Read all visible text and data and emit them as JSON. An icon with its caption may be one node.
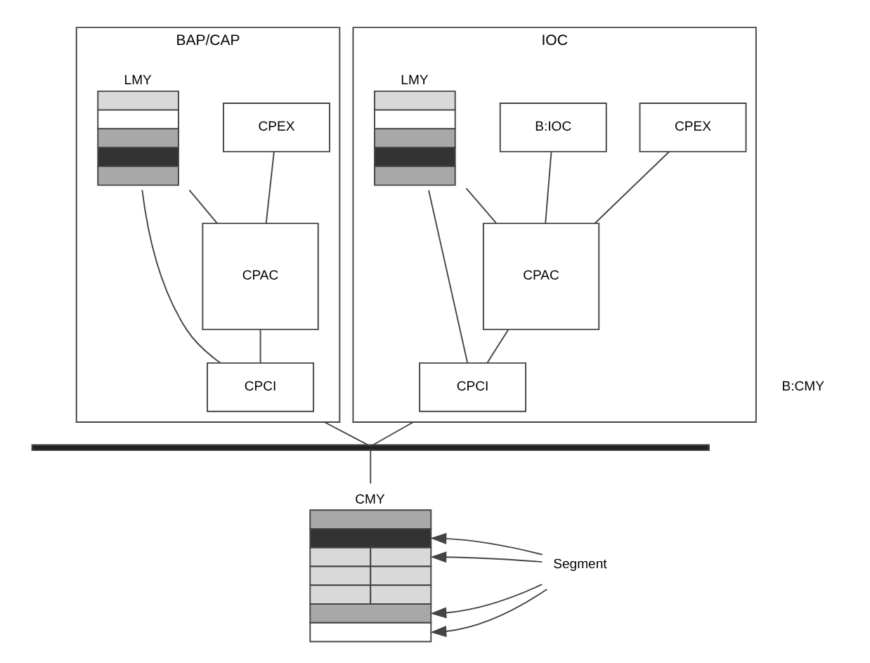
{
  "diagram": {
    "nodes": [
      {
        "text": [
          "BAP/CAP"
        ]
      },
      {
        "text": [
          "CPEX"
        ],
        "in": 0
      },
      {
        "text": [
          "LMY"
        ],
        "in": 0
      },
      {
        "text": [
          "CPAC"
        ],
        "in": 0
      },
      {
        "text": [
          "CPCI"
        ],
        "in": 0
      },
      {
        "text": [
          "IOC"
        ]
      },
      {
        "text": [
          "CPEX"
        ],
        "in": 5
      },
      {
        "text": [
          "B:IOC"
        ],
        "in": 5
      },
      {
        "text": [
          "LMY"
        ],
        "in": 5
      },
      {
        "text": [
          "CPAC"
        ],
        "in": 5
      },
      {
        "text": [
          "CPCI"
        ],
        "in": 5
      },
      {
        "text": [],
        "shape": "bar"
      },
      {
        "text": [
          "CMY"
        ]
      },
      {
        "text": [
          "Segment"
        ]
      }
    ],
    "edges": [
      {
        "from": 1,
        "to": 3,
        "arrow": "none"
      },
      {
        "from": 3,
        "to": 4,
        "arrow": "none"
      },
      {
        "from": 2,
        "to": 3,
        "arrow": "none"
      },
      {
        "from": 2,
        "to": 4,
        "arrow": "none"
      },
      {
        "from": 6,
        "to": 9,
        "arrow": "none"
      },
      {
        "from": 7,
        "to": 9,
        "arrow": "none"
      },
      {
        "from": 9,
        "to": 10,
        "arrow": "none"
      },
      {
        "from": 8,
        "to": 9,
        "arrow": "none"
      },
      {
        "from": 8,
        "to": 10,
        "arrow": "none"
      },
      {
        "from": 0,
        "to": 11,
        "arrow": "none"
      },
      {
        "from": 5,
        "to": 11,
        "arrow": "none"
      },
      {
        "from": 11,
        "to": 12,
        "arrow": "none"
      },
      {
        "from": 13,
        "to": 12,
        "arrow": "to"
      },
      {
        "from": 13,
        "to": 12,
        "arrow": "to"
      },
      {
        "from": 13,
        "to": 12,
        "arrow": "to"
      },
      {
        "from": 13,
        "to": 12,
        "arrow": "to"
      }
    ],
    "labels": [
      "B:CMY"
    ]
  }
}
